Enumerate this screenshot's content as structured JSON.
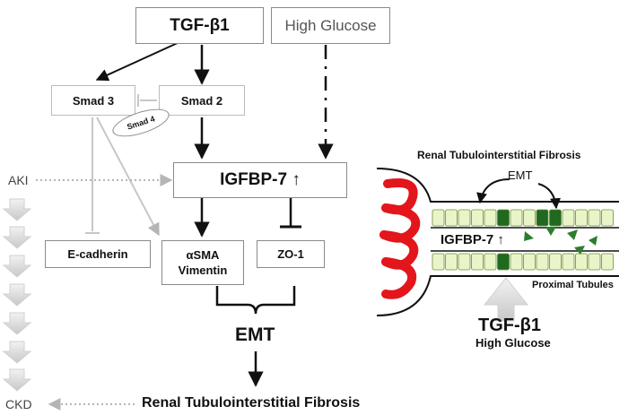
{
  "diagram": {
    "tgf_box": "TGF-β1",
    "high_glucose_box": "High Glucose",
    "smad3": "Smad 3",
    "smad2": "Smad 2",
    "smad4": "Smad 4",
    "igfbp7_box": "IGFBP-7 ↑",
    "aki": "AKI",
    "ckd": "CKD",
    "ecadherin": "E-cadherin",
    "asma_line1": "αSMA",
    "asma_line2": "Vimentin",
    "zo1": "ZO-1",
    "emt": "EMT",
    "fibrosis": "Renal Tubulointerstitial Fibrosis"
  },
  "inset": {
    "title": "Renal Tubulointerstitial Fibrosis",
    "emt": "EMT",
    "igfbp7": "IGFBP-7 ↑",
    "proximal_tubules": "Proximal Tubules",
    "tgf": "TGF-β1",
    "high_glucose": "High Glucose"
  },
  "colors": {
    "box_border": "#8a8a8a",
    "light_arrow": "#bdbdbd",
    "glomerulus_red": "#e3161b",
    "cell_light": "#e9f5c9",
    "cell_dark": "#1f6a1f",
    "triangle_green": "#2e7d2e"
  }
}
